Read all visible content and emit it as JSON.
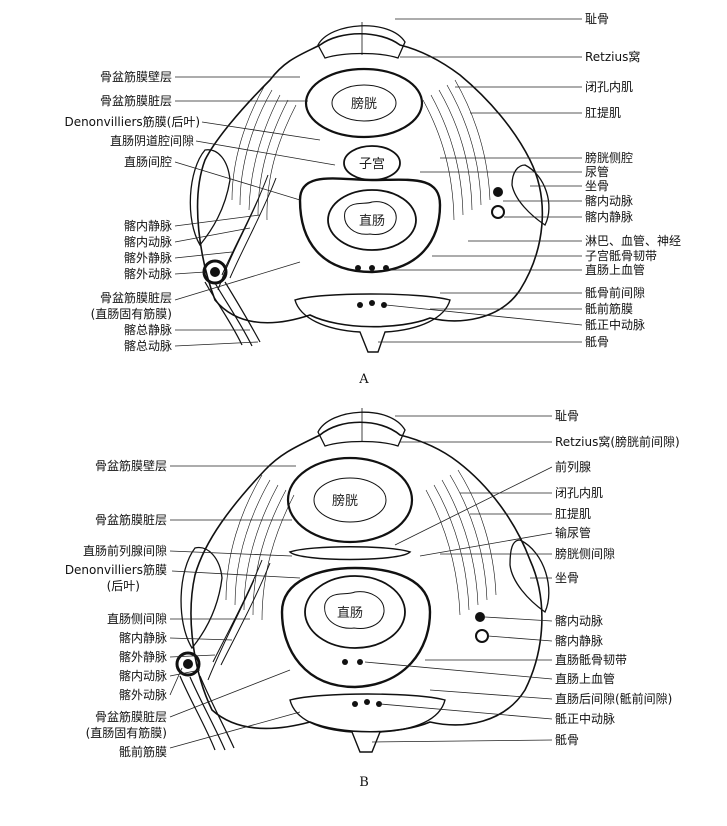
{
  "figure_a": {
    "caption": "A",
    "organs": {
      "bladder": "膀胱",
      "uterus": "子宫",
      "rectum": "直肠"
    },
    "labels_left": [
      "骨盆筋膜壁层",
      "骨盆筋膜脏层",
      "Denonvilliers筋膜(后叶)",
      "直肠阴道腔间隙",
      "直肠间腔",
      "髂内静脉",
      "髂内动脉",
      "髂外静脉",
      "髂外动脉",
      "骨盆筋膜脏层",
      "(直肠固有筋膜)",
      "髂总静脉",
      "髂总动脉"
    ],
    "labels_right": [
      "耻骨",
      "Retzius窝",
      "闭孔内肌",
      "肛提肌",
      "膀胱侧腔",
      "尿管",
      "坐骨",
      "髂内动脉",
      "髂内静脉",
      "淋巴、血管、神经",
      "子宫骶骨韧带",
      "直肠上血管",
      "骶骨前间隙",
      "骶前筋膜",
      "骶正中动脉",
      "骶骨"
    ]
  },
  "figure_b": {
    "caption": "B",
    "organs": {
      "bladder": "膀胱",
      "rectum": "直肠"
    },
    "labels_left": [
      "骨盆筋膜壁层",
      "骨盆筋膜脏层",
      "直肠前列腺间隙",
      "Denonvilliers筋膜",
      "(后叶)",
      "直肠侧间隙",
      "髂内静脉",
      "髂外静脉",
      "髂内动脉",
      "髂外动脉",
      "骨盆筋膜脏层",
      "(直肠固有筋膜)",
      "骶前筋膜"
    ],
    "labels_right": [
      "耻骨",
      "Retzius窝(膀胱前间隙)",
      "前列腺",
      "闭孔内肌",
      "肛提肌",
      "输尿管",
      "膀胱侧间隙",
      "坐骨",
      "髂内动脉",
      "髂内静脉",
      "直肠骶骨韧带",
      "直肠上血管",
      "直肠后间隙(骶前间隙)",
      "骶正中动脉",
      "骶骨"
    ]
  }
}
